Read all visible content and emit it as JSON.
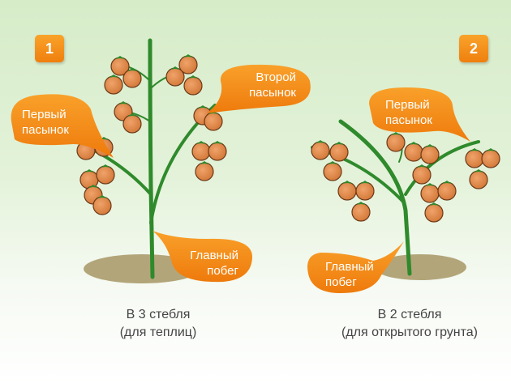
{
  "badges": [
    "1",
    "2"
  ],
  "plant1": {
    "first_shoot": [
      "Первый",
      "пасынок"
    ],
    "second_shoot": [
      "Второй",
      "пасынок"
    ],
    "main_shoot": [
      "Главный",
      "побег"
    ],
    "caption": [
      "В 3 стебля",
      "(для теплиц)"
    ]
  },
  "plant2": {
    "first_shoot": [
      "Первый",
      "пасынок"
    ],
    "main_shoot": [
      "Главный",
      "побег"
    ],
    "caption": [
      "В 2 стебля",
      "(для открытого грунта)"
    ]
  },
  "colors": {
    "accent": "#f39019",
    "stem": "#2f8a2c",
    "tomato": "#e0894a",
    "soil": "#b3a57a"
  }
}
